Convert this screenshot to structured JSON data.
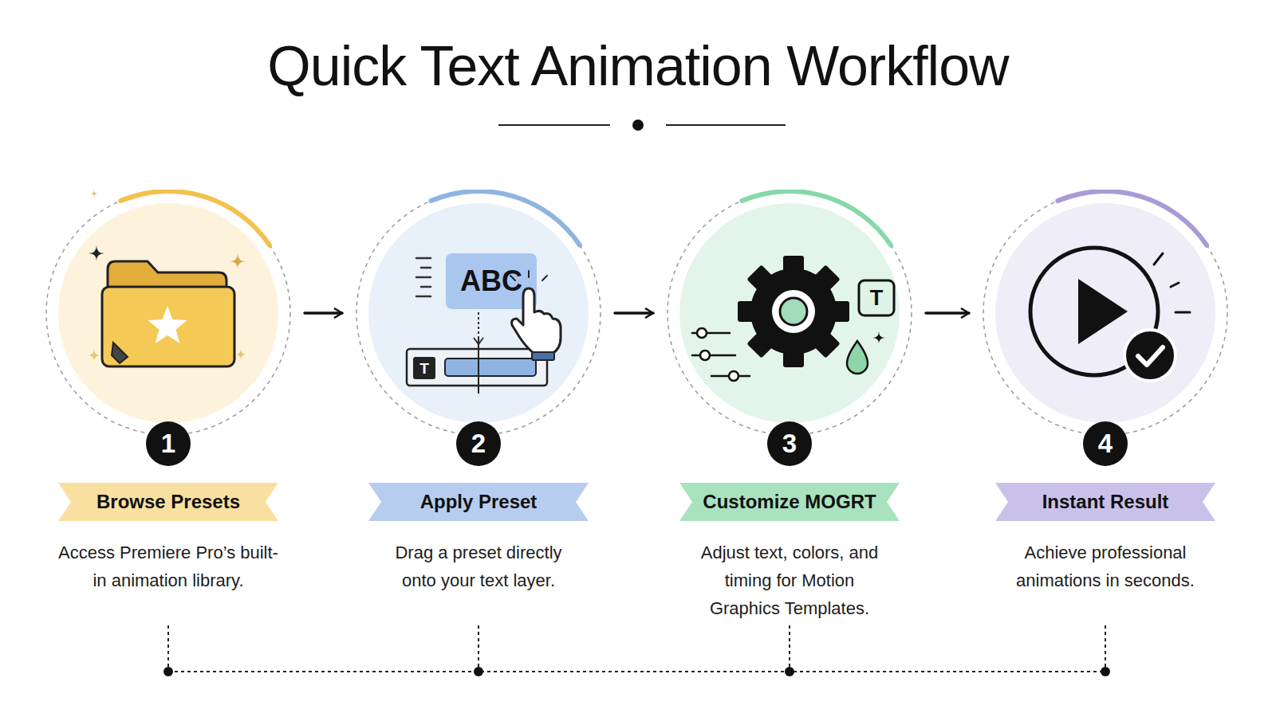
{
  "diagram": {
    "title": "Quick Text Animation Workflow",
    "nodes": [
      {
        "text": [
          "1",
          "Browse Presets",
          "Access Premiere Pro’s built-in animation library."
        ]
      },
      {
        "text": [
          "2",
          "Apply Preset",
          "Drag a preset directly onto your text layer."
        ]
      },
      {
        "text": [
          "3",
          "Customize MOGRT",
          "Adjust text, colors, and timing for Motion Graphics Templates."
        ]
      },
      {
        "text": [
          "4",
          "Instant Result",
          "Achieve professional animations in seconds."
        ]
      }
    ],
    "edges": [
      {
        "from": 0,
        "to": 1,
        "arrow": "to"
      },
      {
        "from": 1,
        "to": 2,
        "arrow": "to"
      },
      {
        "from": 2,
        "to": 3,
        "arrow": "to"
      }
    ],
    "labels": [
      "ABC",
      "T",
      "T"
    ]
  }
}
